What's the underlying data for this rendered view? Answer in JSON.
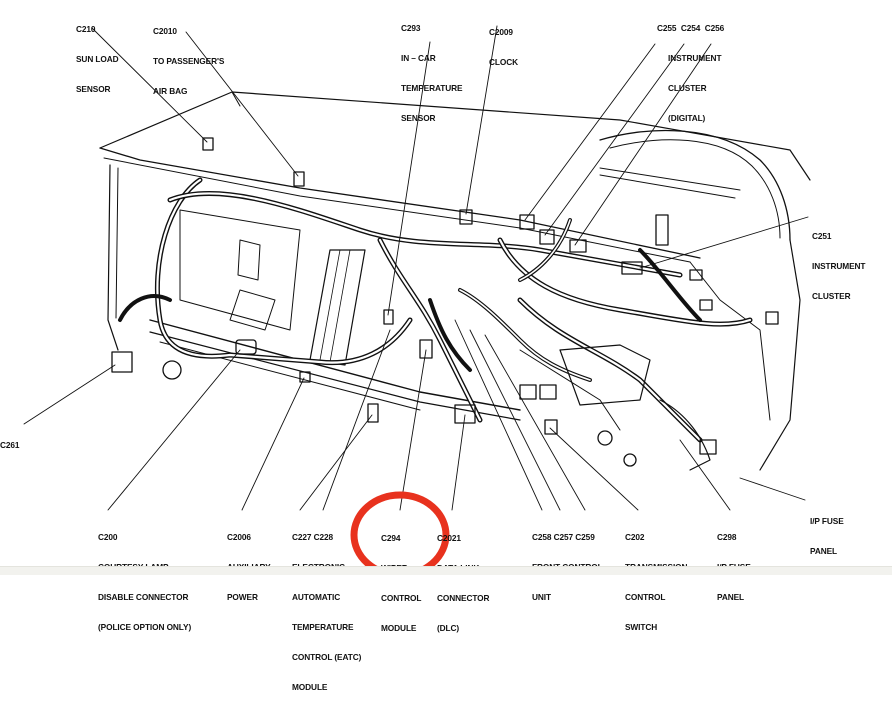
{
  "diagram": {
    "title": "Instrument Panel Connector Locations",
    "highlight_color": "#e8321e",
    "line_color": "#111111",
    "labels": [
      {
        "id": "c210",
        "lines": [
          "C210",
          "SUN LOAD",
          "SENSOR"
        ]
      },
      {
        "id": "c2010",
        "lines": [
          "C2010",
          "TO PASSENGER'S",
          "AIR BAG"
        ]
      },
      {
        "id": "c293",
        "lines": [
          "C293",
          "IN – CAR",
          "TEMPERATURE",
          "SENSOR"
        ]
      },
      {
        "id": "c2009",
        "lines": [
          "C2009",
          "CLOCK"
        ]
      },
      {
        "id": "c255-c254-c256",
        "lines": [
          "C255  C254  C256",
          "     INSTRUMENT",
          "     CLUSTER",
          "     (DIGITAL)"
        ]
      },
      {
        "id": "c251",
        "lines": [
          "C251",
          "INSTRUMENT",
          "CLUSTER"
        ]
      },
      {
        "id": "c261",
        "lines": [
          "C261"
        ]
      },
      {
        "id": "c200",
        "lines": [
          "C200",
          "COURTESY LAMP",
          "DISABLE CONNECTOR",
          "(POLICE OPTION ONLY)"
        ]
      },
      {
        "id": "c2006",
        "lines": [
          "C2006",
          "AUXILIARY",
          "POWER"
        ]
      },
      {
        "id": "c227-c228",
        "lines": [
          "C227 C228",
          "ELECTRONIC",
          "AUTOMATIC",
          "TEMPERATURE",
          "CONTROL (EATC)",
          "MODULE"
        ]
      },
      {
        "id": "c294",
        "lines": [
          "C294",
          "WIPER",
          "CONTROL",
          "MODULE"
        ]
      },
      {
        "id": "c2021",
        "lines": [
          "C2021",
          "DATA LINK",
          "CONNECTOR",
          "(DLC)"
        ]
      },
      {
        "id": "c258-c257-c259",
        "lines": [
          "C258 C257 C259",
          "FRONT CONTROL",
          "UNIT"
        ]
      },
      {
        "id": "c202",
        "lines": [
          "C202",
          "TRANSMISSION",
          "CONTROL",
          "SWITCH"
        ]
      },
      {
        "id": "c298",
        "lines": [
          "C298",
          "I/P FUSE",
          "PANEL"
        ]
      },
      {
        "id": "ip-fuse-panel",
        "lines": [
          "I/P FUSE",
          "PANEL"
        ]
      }
    ],
    "highlighted_label": "c294"
  }
}
